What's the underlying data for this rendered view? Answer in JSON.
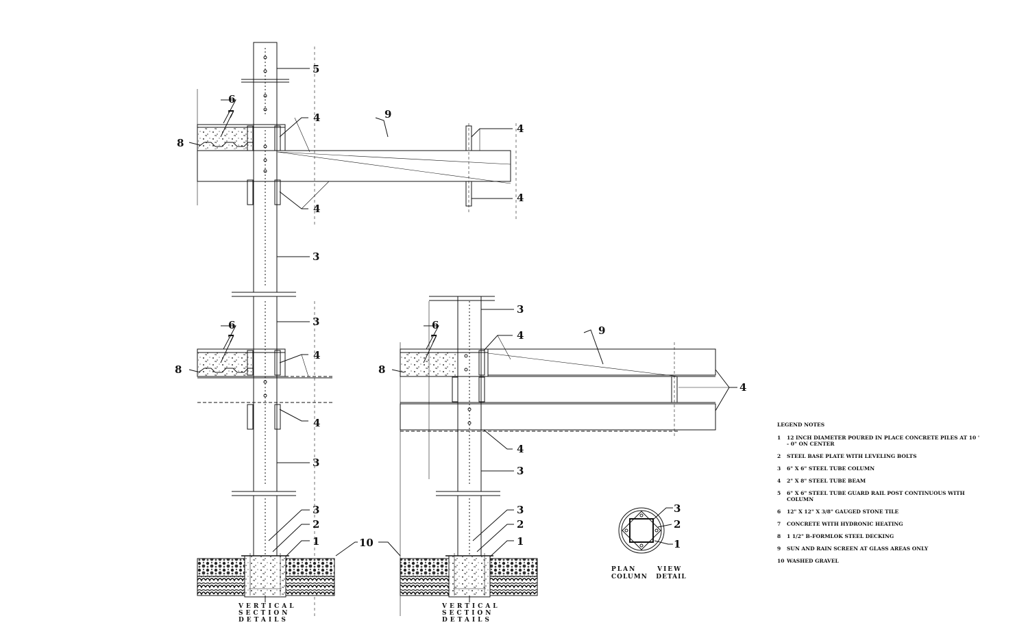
{
  "callouts": {
    "top_5": "5",
    "top_6": "6",
    "top_7": "7",
    "top_8": "8",
    "top_9": "9",
    "top_4a": "4",
    "top_4b": "4",
    "top_4c": "4",
    "top_4d": "4",
    "left_3a": "3",
    "left_3b": "3",
    "left_6": "6",
    "left_7": "7",
    "left_8": "8",
    "left_4a": "4",
    "left_4b": "4",
    "left_3c": "3",
    "left_3d": "3",
    "left_2": "2",
    "left_1": "1",
    "center_10": "10",
    "right_3a": "3",
    "right_4a": "4",
    "right_6": "6",
    "right_7": "7",
    "right_8": "8",
    "right_9": "9",
    "right_4b": "4",
    "right_4c": "4",
    "right_3b": "3",
    "right_3c": "3",
    "right_2": "2",
    "right_1": "1",
    "plan_3": "3",
    "plan_2": "2",
    "plan_1": "1"
  },
  "captions": {
    "left": [
      "VERTICAL",
      "SECTION",
      "DETAILS"
    ],
    "right": [
      "VERTICAL",
      "SECTION",
      "DETAILS"
    ],
    "plan": [
      "PLAN      VIEW",
      "COLUMN   DETAIL"
    ]
  },
  "legend": {
    "title": "LEGEND NOTES",
    "items": [
      {
        "no": "1",
        "text": "12 INCH DIAMETER POURED IN PLACE CONCRETE PILES AT 10 ' - 0\"  ON CENTER"
      },
      {
        "no": "2",
        "text": "STEEL BASE PLATE WITH LEVELING BOLTS"
      },
      {
        "no": "3",
        "text": "6\" X 6\" STEEL TUBE COLUMN"
      },
      {
        "no": "4",
        "text": "2\" X 8\" STEEL TUBE BEAM"
      },
      {
        "no": "5",
        "text": "6\" X 6\" STEEL TUBE GUARD RAIL POST CONTINUOUS WITH COLUMN"
      },
      {
        "no": "6",
        "text": "12\" X 12\" X 3/8\" GAUGED STONE TILE"
      },
      {
        "no": "7",
        "text": "CONCRETE WITH HYDRONIC HEATING"
      },
      {
        "no": "8",
        "text": "1 1/2\" B-FORMLOK STEEL DECKING"
      },
      {
        "no": "9",
        "text": "SUN AND RAIN SCREEN AT GLASS AREAS ONLY"
      },
      {
        "no": "10",
        "text": "WASHED GRAVEL"
      }
    ]
  }
}
